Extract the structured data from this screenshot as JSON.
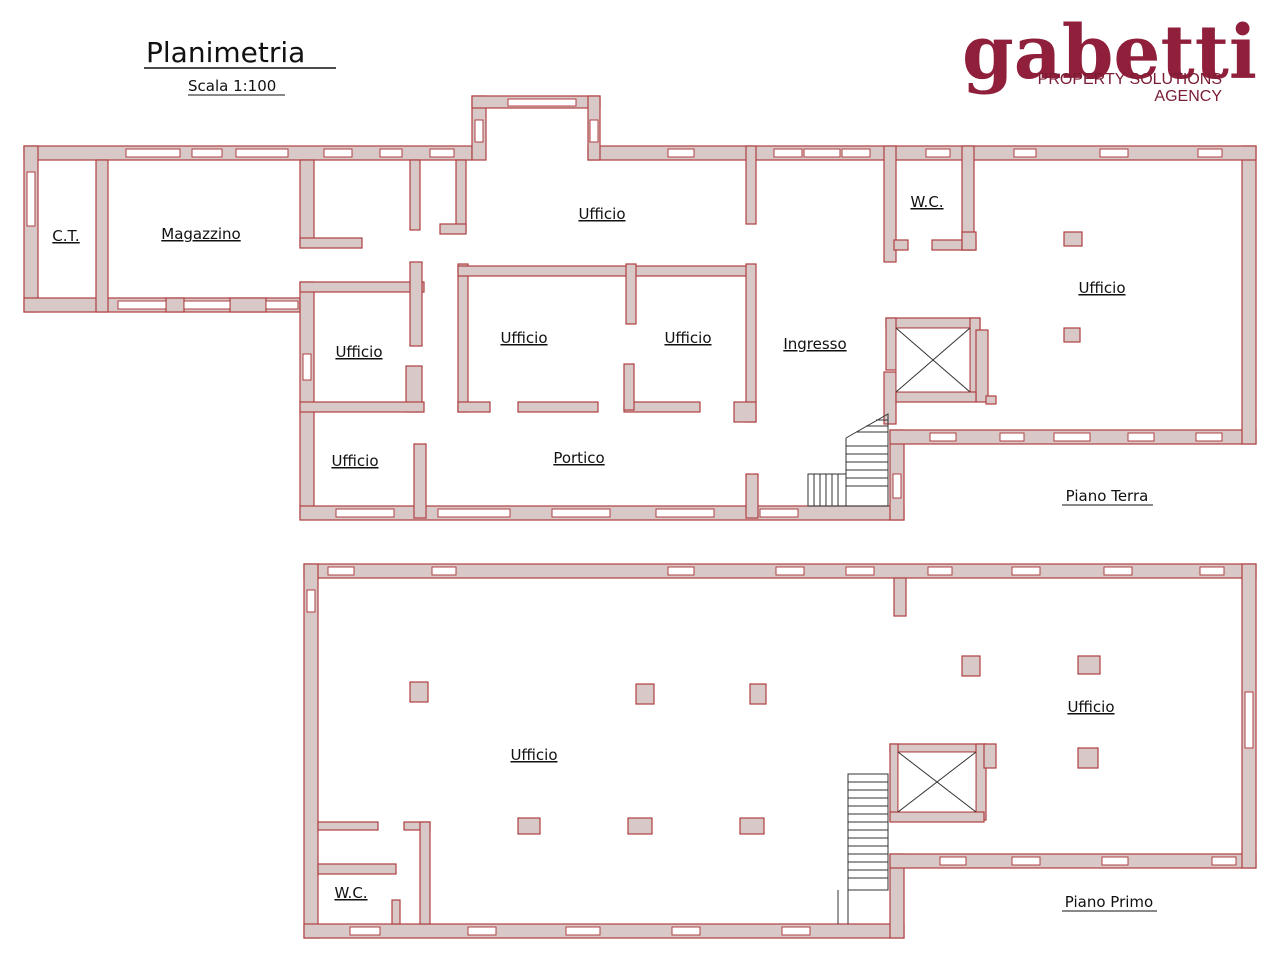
{
  "header": {
    "title": "Planimetria",
    "scale": "Scala 1:100"
  },
  "logo": {
    "brand": "gabetti",
    "line1": "PROPERTY SOLUTIONS",
    "line2": "AGENCY",
    "brand_color": "#8f1f3a",
    "sub_color": "#7a1c34"
  },
  "colors": {
    "wall_fill": "#d8c8c8",
    "wall_stroke": "#b04040",
    "window_fill": "#ffffff"
  },
  "ground_floor": {
    "label": "Piano Terra",
    "rooms": [
      "C.T.",
      "Magazzino",
      "Ufficio",
      "W.C.",
      "Ufficio",
      "Ufficio",
      "Ufficio",
      "Ufficio",
      "Ingresso",
      "Ufficio",
      "Portico"
    ]
  },
  "first_floor": {
    "label": "Piano Primo",
    "rooms": [
      "Ufficio",
      "Ufficio",
      "W.C."
    ]
  }
}
